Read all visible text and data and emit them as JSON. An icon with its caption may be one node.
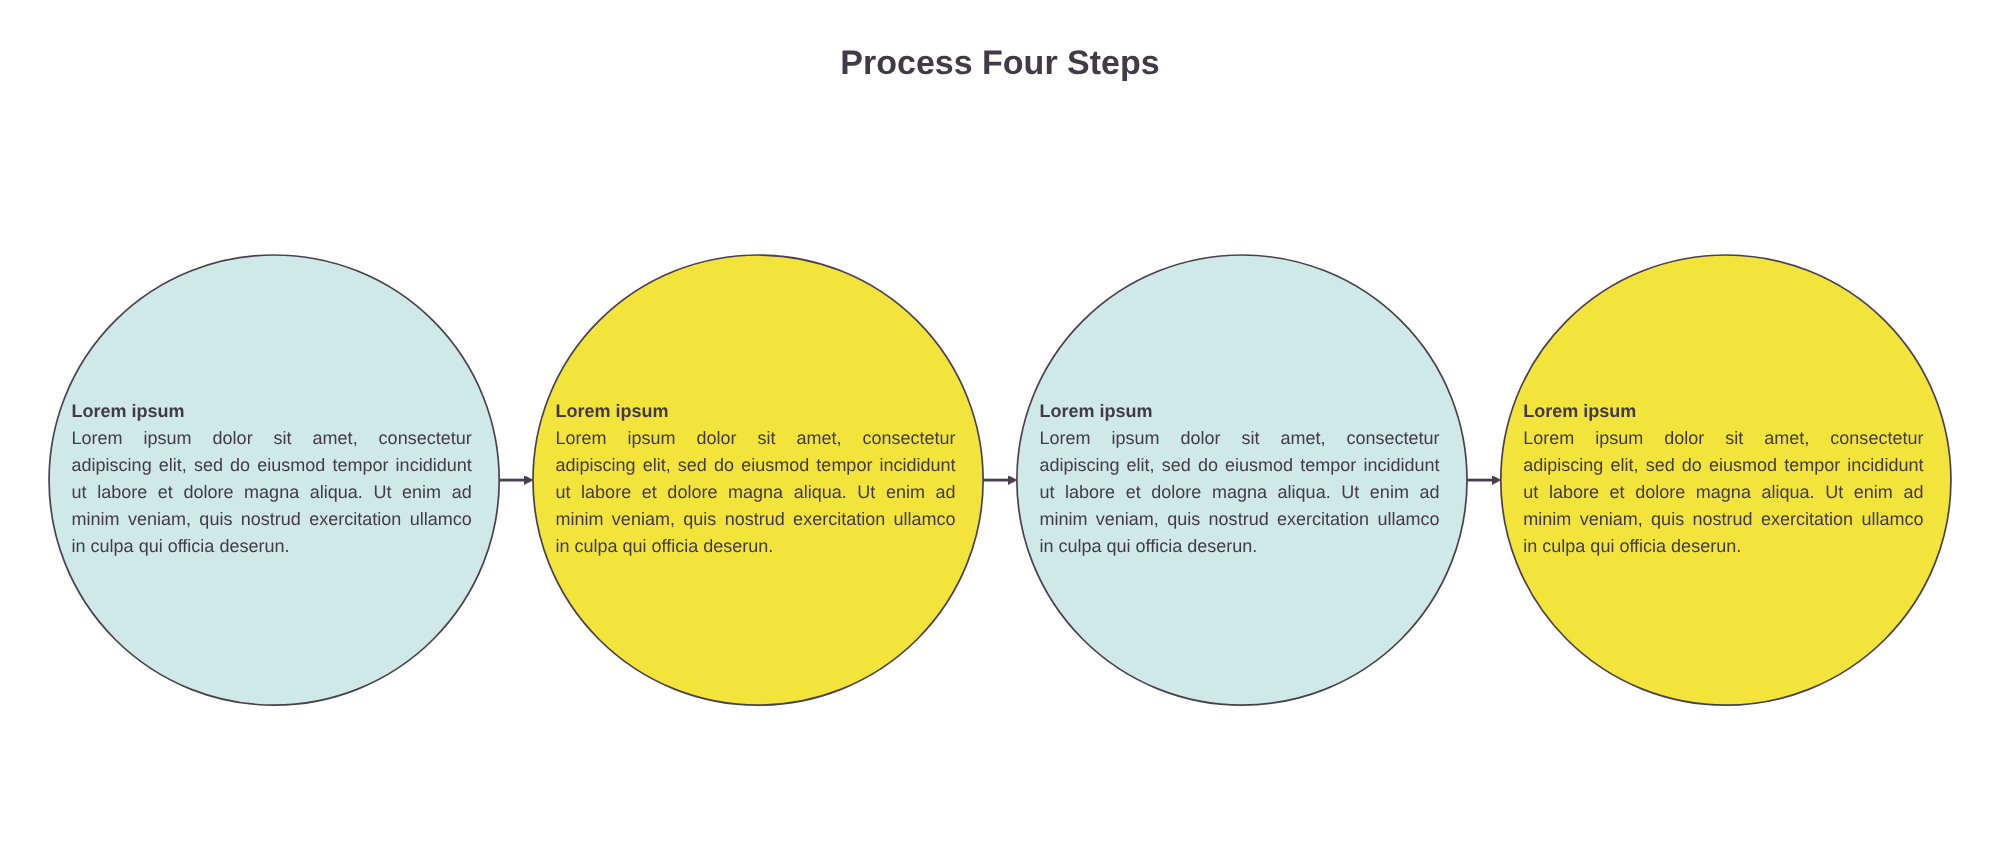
{
  "diagram": {
    "title": "Process Four Steps",
    "nodes": [
      {
        "text": [
          "Lorem ipsum",
          "Lorem ipsum dolor sit amet, consectetur adipiscing elit, sed do eiusmod tempor incididunt ut labore et dolore magna aliqua. Ut enim ad minim veniam, quis nostrud exercitation ullamco in culpa qui officia deserun."
        ]
      },
      {
        "text": [
          "Lorem ipsum",
          "Lorem ipsum dolor sit amet, consectetur adipiscing elit, sed do eiusmod tempor incididunt ut labore et dolore magna aliqua. Ut enim ad minim veniam, quis nostrud exercitation ullamco in culpa qui officia deserun."
        ]
      },
      {
        "text": [
          "Lorem ipsum",
          "Lorem ipsum dolor sit amet, consectetur adipiscing elit, sed do eiusmod tempor incididunt ut labore et dolore magna aliqua. Ut enim ad minim veniam, quis nostrud exercitation ullamco in culpa qui officia deserun."
        ]
      },
      {
        "text": [
          "Lorem ipsum",
          "Lorem ipsum dolor sit amet, consectetur adipiscing elit, sed do eiusmod tempor incididunt ut labore et dolore magna aliqua. Ut enim ad minim veniam, quis nostrud exercitation ullamco in culpa qui officia deserun."
        ]
      }
    ],
    "edges": [
      {
        "from": 0,
        "to": 1,
        "arrow": "to"
      },
      {
        "from": 1,
        "to": 2,
        "arrow": "to"
      },
      {
        "from": 2,
        "to": 3,
        "arrow": "to"
      }
    ]
  }
}
